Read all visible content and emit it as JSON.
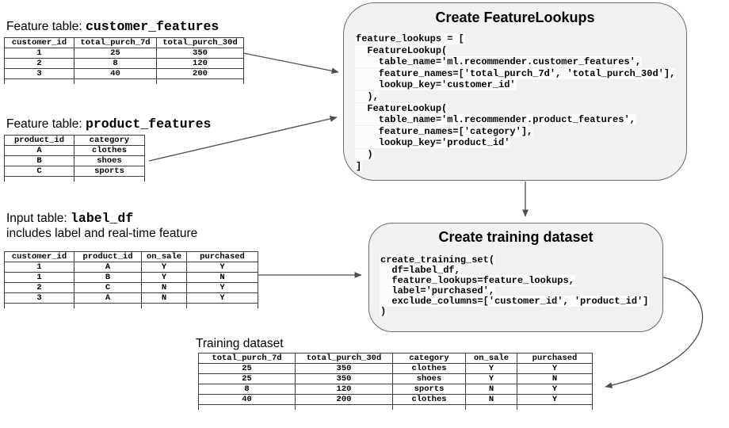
{
  "sections": {
    "customer_table": {
      "title_prefix": "Feature table: ",
      "title_code": "customer_features",
      "headers": [
        "customer_id",
        "total_purch_7d",
        "total_purch_30d"
      ],
      "rows": [
        [
          "1",
          "25",
          "350"
        ],
        [
          "2",
          "8",
          "120"
        ],
        [
          "3",
          "40",
          "200"
        ]
      ]
    },
    "product_table": {
      "title_prefix": "Feature table: ",
      "title_code": "product_features",
      "headers": [
        "product_id",
        "category"
      ],
      "rows": [
        [
          "A",
          "clothes"
        ],
        [
          "B",
          "shoes"
        ],
        [
          "C",
          "sports"
        ]
      ]
    },
    "label_table": {
      "title_prefix": "Input table: ",
      "title_code": "label_df",
      "subtitle": "includes label and real-time feature",
      "headers": [
        "customer_id",
        "product_id",
        "on_sale",
        "purchased"
      ],
      "rows": [
        [
          "1",
          "A",
          "Y",
          "Y"
        ],
        [
          "1",
          "B",
          "Y",
          "N"
        ],
        [
          "2",
          "C",
          "N",
          "Y"
        ],
        [
          "3",
          "A",
          "N",
          "Y"
        ]
      ]
    },
    "training_table": {
      "title": "Training dataset",
      "headers": [
        "total_purch_7d",
        "total_purch_30d",
        "category",
        "on_sale",
        "purchased"
      ],
      "rows": [
        [
          "25",
          "350",
          "clothes",
          "Y",
          "Y"
        ],
        [
          "25",
          "350",
          "shoes",
          "Y",
          "N"
        ],
        [
          "8",
          "120",
          "sports",
          "N",
          "Y"
        ],
        [
          "40",
          "200",
          "clothes",
          "N",
          "Y"
        ]
      ]
    }
  },
  "code_boxes": {
    "feature_lookups": {
      "title": "Create FeatureLookups",
      "code_lines": [
        "feature_lookups = [",
        "  FeatureLookup(",
        "    table_name='ml.recommender.customer_features',",
        "    feature_names=['total_purch_7d', 'total_purch_30d'],",
        "    lookup_key='customer_id'",
        "  ),",
        "  FeatureLookup(",
        "    table_name='ml.recommender.product_features',",
        "    feature_names=['category'],",
        "    lookup_key='product_id'",
        "  )",
        "]"
      ]
    },
    "training_set": {
      "title": "Create training dataset",
      "code_lines": [
        "create_training_set(",
        "  df=label_df,",
        "  feature_lookups=feature_lookups,",
        "  label='purchased',",
        "  exclude_columns=['customer_id', 'product_id']",
        ")"
      ]
    }
  },
  "colors": {
    "box_fill": "#f1f1f1",
    "box_border": "#6b6b6b",
    "arrow": "#4d4d4d",
    "table_border": "#3d3d3d"
  }
}
